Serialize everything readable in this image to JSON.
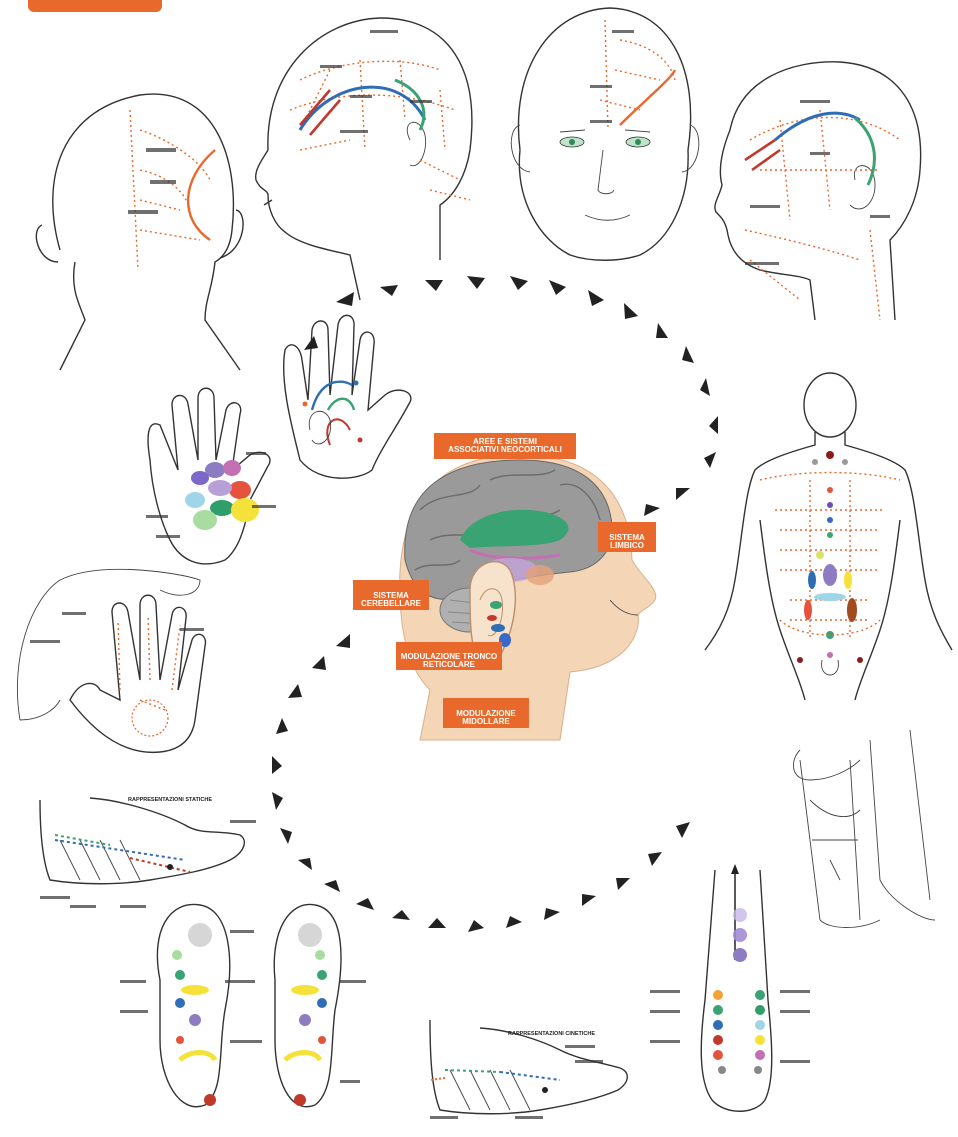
{
  "center": {
    "tags": {
      "neocortical": "AREE E SISTEMI ASSOCIATIVI NEOCORTICALI",
      "limbic": "SISTEMA LIMBICO",
      "cerebellar": "SISTEMA CEREBELLARE",
      "reticular": "MODULAZIONE TRONCO RETICOLARE",
      "spinal": "MODULAZIONE MIDOLLARE"
    }
  },
  "panels": {
    "foot_static_title": "RAPPRESENTAZIONI STATICHE",
    "foot_kinetic_title": "RAPPRESENTAZIONI CINETICHE"
  },
  "colors": {
    "accent": "#e8692b",
    "skin": "#f4d5b5",
    "cortex": "#9a9a9a",
    "limbic_green": "#3aa374",
    "blue": "#2f6db5",
    "red": "#c0392b"
  }
}
